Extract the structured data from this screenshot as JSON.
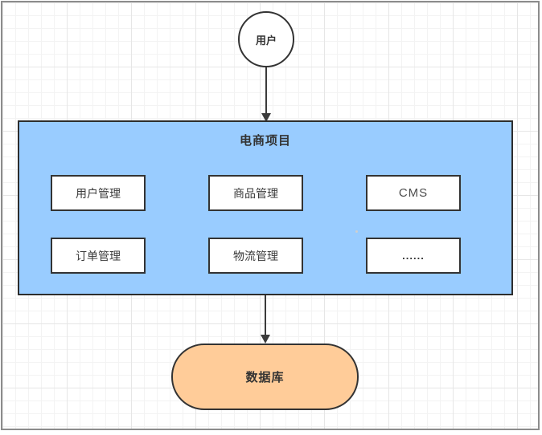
{
  "diagram": {
    "user": {
      "label": "用户"
    },
    "project": {
      "title": "电商项目",
      "modules": [
        {
          "label": "用户管理"
        },
        {
          "label": "商品管理"
        },
        {
          "label": "CMS"
        },
        {
          "label": "订单管理"
        },
        {
          "label": "物流管理"
        },
        {
          "label": "......"
        }
      ]
    },
    "database": {
      "label": "数据库"
    },
    "colors": {
      "project_fill": "#99CCFF",
      "database_fill": "#FFCC99",
      "shape_border": "#333333",
      "connector": "#3B3B3B",
      "frame_border": "#8C8C8C",
      "grid_minor": "#F3F3F3",
      "grid_major": "#E6E6E6"
    }
  }
}
